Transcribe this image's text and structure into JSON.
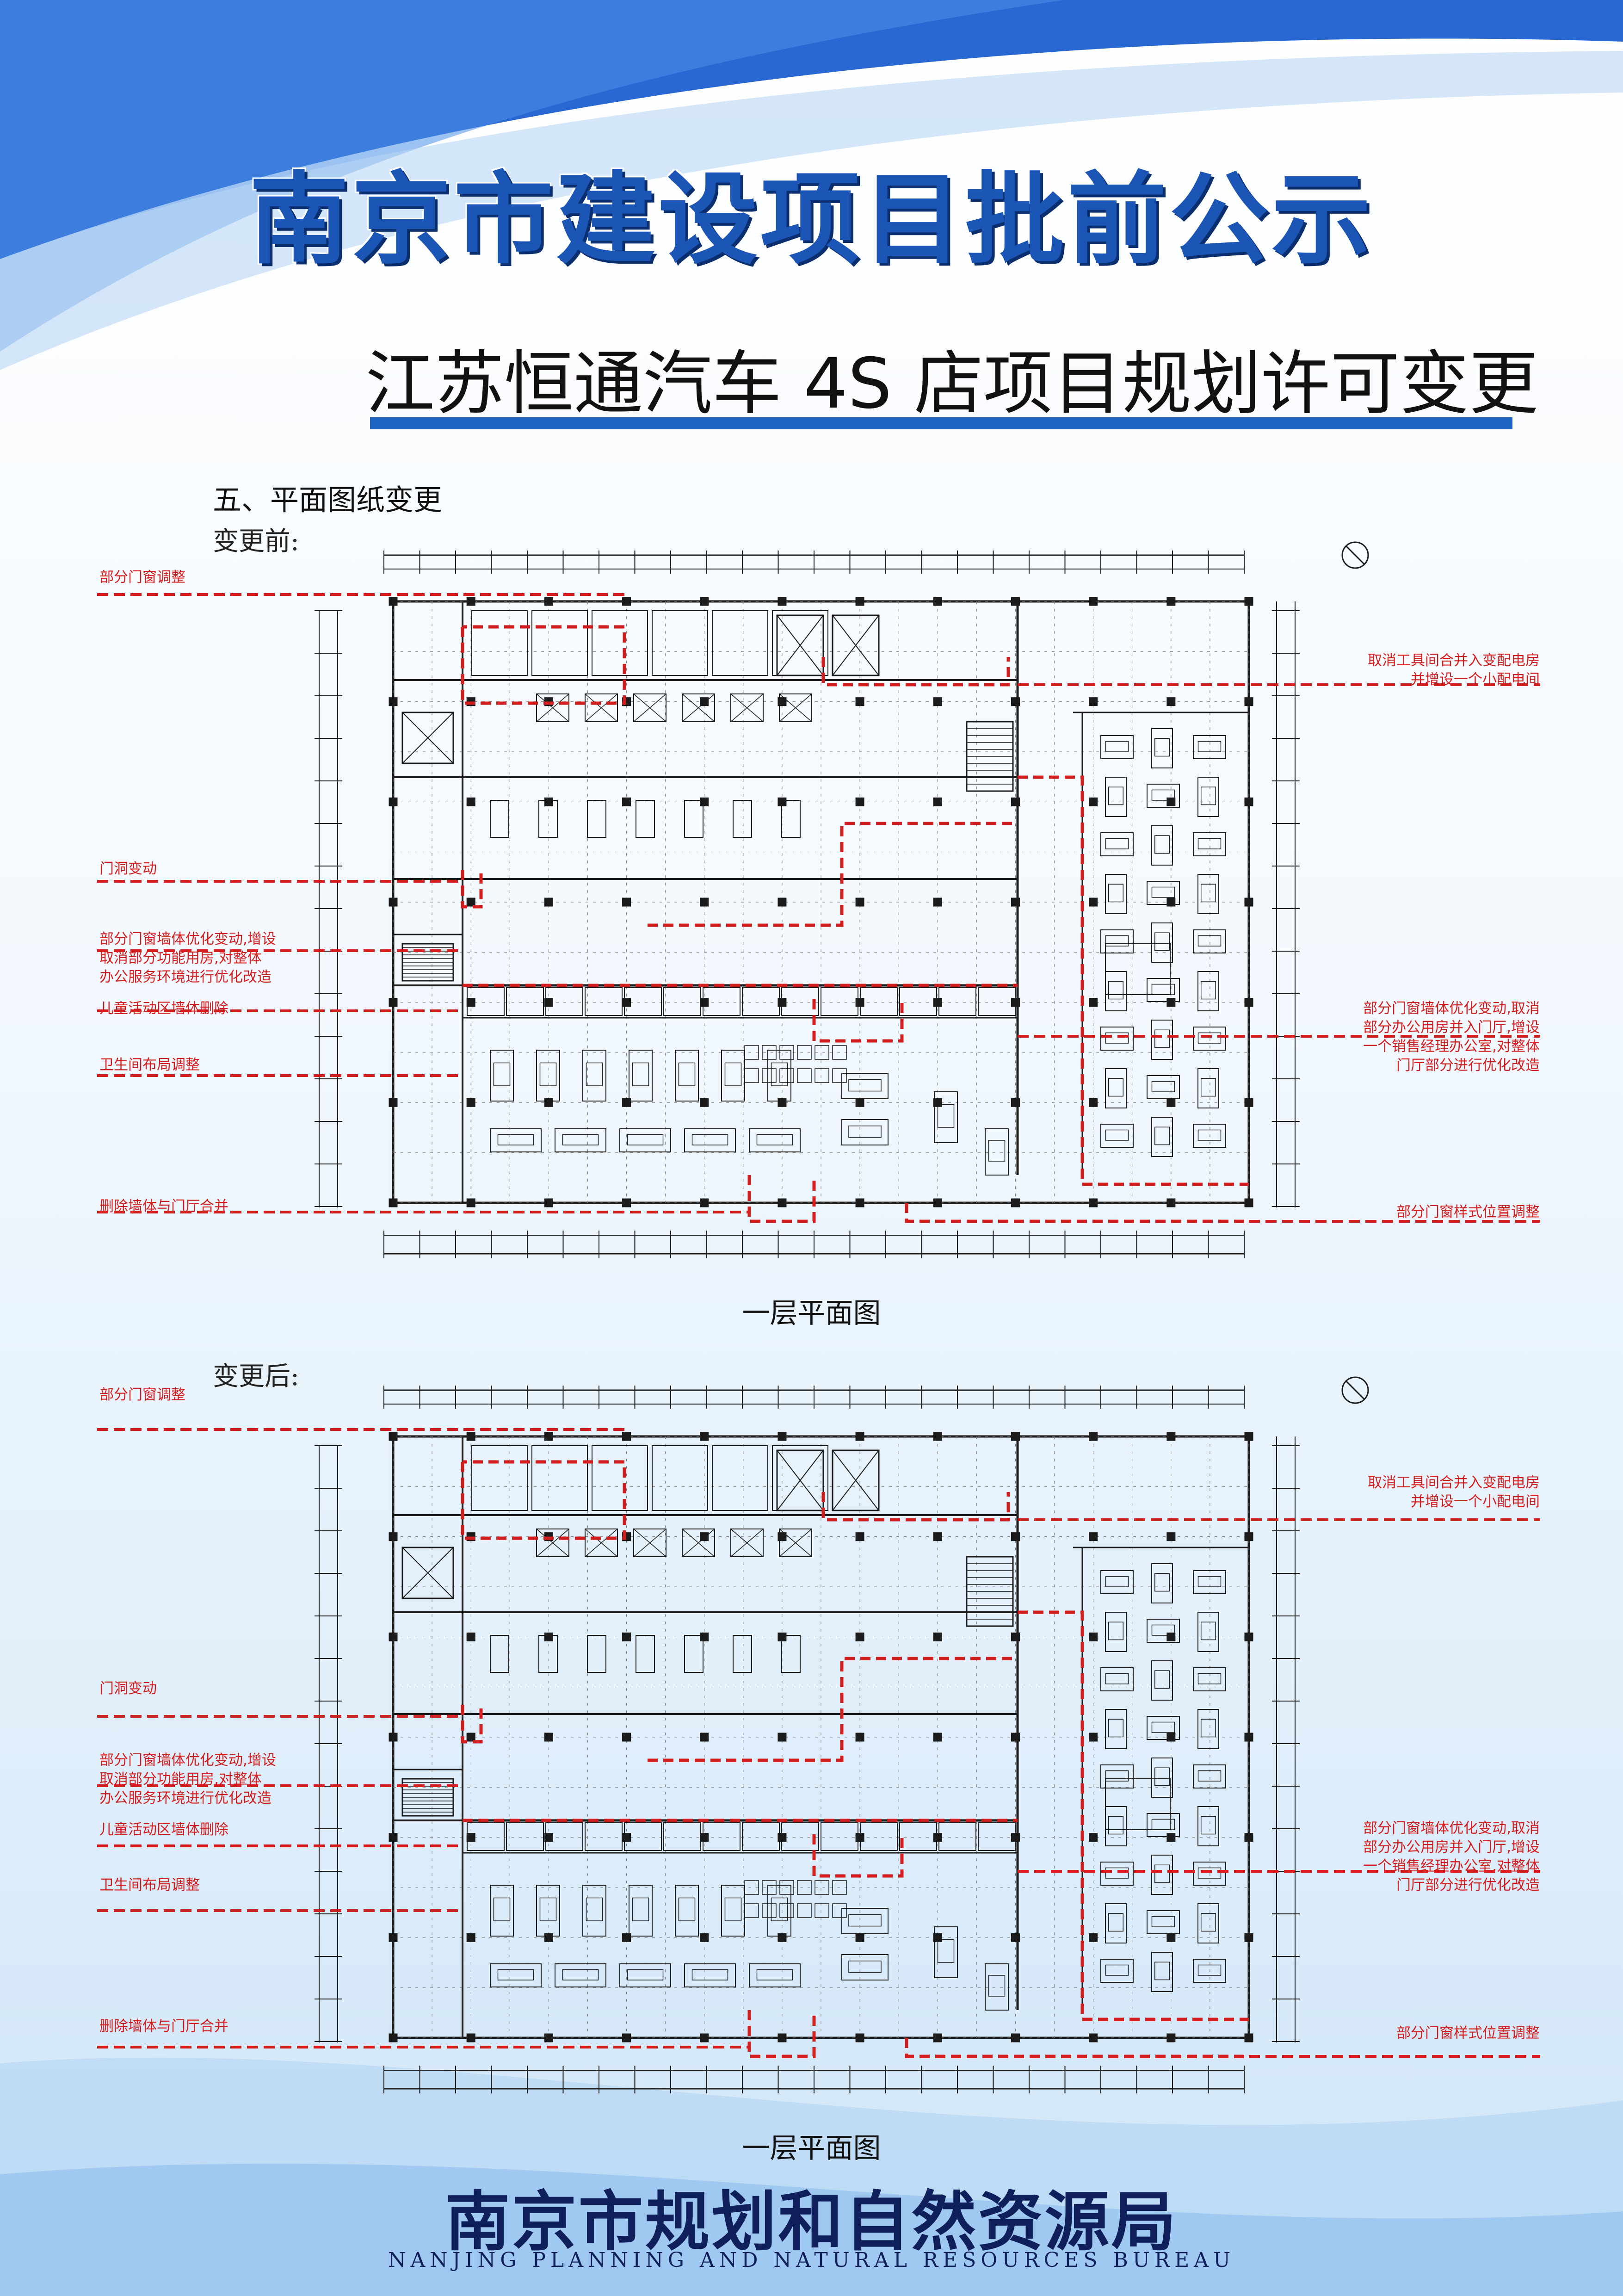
{
  "header": {
    "title": "南京市建设项目批前公示",
    "subtitle": "江苏恒通汽车 4S 店项目规划许可变更"
  },
  "section": {
    "heading": "五、平面图纸变更"
  },
  "colors": {
    "primary_blue": "#1e63c4",
    "title_blue": "#1b55b5",
    "annotation_red": "#d21e1e",
    "drawing_line": "#1c1c1c",
    "footer_navy": "#0f1f5c"
  },
  "plans": [
    {
      "phase_label": "变更前:",
      "caption": "一层平面图",
      "callouts_left": [
        "部分门窗调整",
        "门洞变动",
        "部分门窗墙体优化变动,增设\n取消部分功能用房,对整体\n办公服务环境进行优化改造",
        "儿童活动区墙体删除",
        "卫生间布局调整",
        "删除墙体与门厅合并"
      ],
      "callouts_right": [
        "取消工具间合并入变配电房\n并增设一个小配电间",
        "部分门窗墙体优化变动,取消\n部分办公用房并入门厅,增设\n一个销售经理办公室,对整体\n门厅部分进行优化改造",
        "部分门窗样式位置调整"
      ]
    },
    {
      "phase_label": "变更后:",
      "caption": "一层平面图",
      "callouts_left": [
        "部分门窗调整",
        "门洞变动",
        "部分门窗墙体优化变动,增设\n取消部分功能用房,对整体\n办公服务环境进行优化改造",
        "儿童活动区墙体删除",
        "卫生间布局调整",
        "删除墙体与门厅合并"
      ],
      "callouts_right": [
        "取消工具间合并入变配电房\n并增设一个小配电间",
        "部分门窗墙体优化变动,取消\n部分办公用房并入门厅,增设\n一个销售经理办公室,对整体\n门厅部分进行优化改造",
        "部分门窗样式位置调整"
      ]
    }
  ],
  "footer": {
    "org_name_cn": "南京市规划和自然资源局",
    "org_name_en": "NANJING PLANNING AND NATURAL RESOURCES BUREAU"
  }
}
